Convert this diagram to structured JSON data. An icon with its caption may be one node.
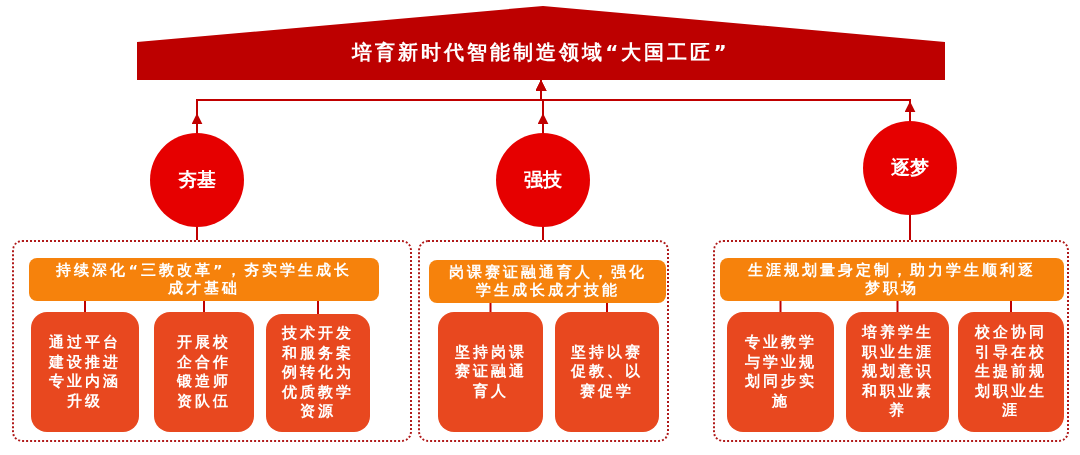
{
  "diagram": {
    "nodes": [
      {
        "text": [
          "培育新时代智能制造领域“大国工匠”"
        ]
      },
      {
        "text": [
          "夯基"
        ]
      },
      {
        "text": [
          "强技"
        ]
      },
      {
        "text": [
          "逐梦"
        ]
      },
      {
        "text": [],
        "shape": "box"
      },
      {
        "text": [
          "持续深化“三教改革”，夯实学生成长成才基础"
        ],
        "in": 4
      },
      {
        "text": [
          "通过平台建设推进专业内涵升级"
        ],
        "in": 4
      },
      {
        "text": [
          "开展校企合作锻造师资队伍"
        ],
        "in": 4
      },
      {
        "text": [
          "技术开发和服务案例转化为优质教学资源"
        ],
        "in": 4
      },
      {
        "text": [],
        "shape": "box"
      },
      {
        "text": [
          "岗课赛证融通育人，强化学生成长成才技能"
        ],
        "in": 9
      },
      {
        "text": [
          "坚持岗课赛证融通育人"
        ],
        "in": 9
      },
      {
        "text": [
          "坚持以赛促教、以赛促学"
        ],
        "in": 9
      },
      {
        "text": [],
        "shape": "box"
      },
      {
        "text": [
          "生涯规划量身定制，助力学生顺利逐梦职场"
        ],
        "in": 13
      },
      {
        "text": [
          "专业教学与学业规划同步实施"
        ],
        "in": 13
      },
      {
        "text": [
          "培养学生职业生涯规划意识和职业素养"
        ],
        "in": 13
      },
      {
        "text": [
          "校企协同引导在校生提前规划职业生涯"
        ],
        "in": 13
      }
    ],
    "edges": [
      {
        "from": 1,
        "to": 0,
        "arrow": "to"
      },
      {
        "from": 2,
        "to": 0,
        "arrow": "to"
      },
      {
        "from": 3,
        "to": 0,
        "arrow": "to"
      },
      {
        "from": 1,
        "to": 4,
        "arrow": "none"
      },
      {
        "from": 2,
        "to": 9,
        "arrow": "none"
      },
      {
        "from": 3,
        "to": 13,
        "arrow": "none"
      },
      {
        "from": 5,
        "to": 6,
        "arrow": "none"
      },
      {
        "from": 5,
        "to": 7,
        "arrow": "none"
      },
      {
        "from": 5,
        "to": 8,
        "arrow": "none"
      },
      {
        "from": 10,
        "to": 11,
        "arrow": "none"
      },
      {
        "from": 10,
        "to": 12,
        "arrow": "none"
      },
      {
        "from": 14,
        "to": 15,
        "arrow": "none"
      },
      {
        "from": 14,
        "to": 16,
        "arrow": "none"
      },
      {
        "from": 14,
        "to": 17,
        "arrow": "none"
      }
    ]
  }
}
